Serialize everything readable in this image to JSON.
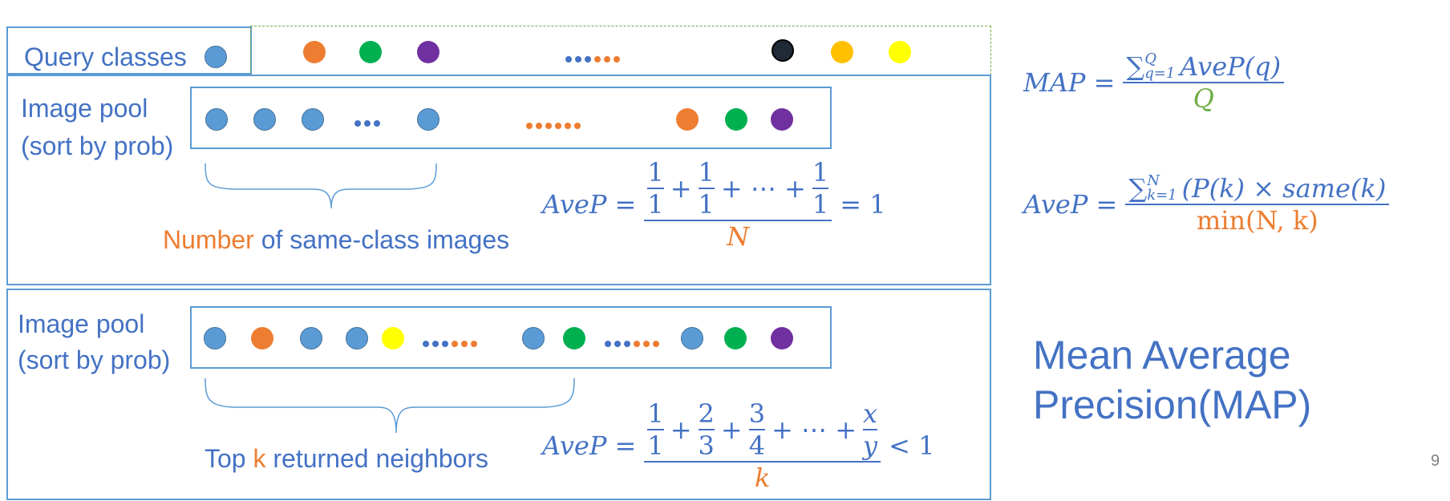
{
  "query_row": {
    "label": "Query classes"
  },
  "pool1": {
    "label_line1": "Image pool",
    "label_line2": "(sort by prob)"
  },
  "brace1": {
    "label_part1": "Number",
    "label_part2": " of same-class images"
  },
  "formula1": {
    "lhs": "AveP =",
    "terms": [
      "1",
      "1",
      "1"
    ],
    "dots": "+ ⋯ +",
    "plus": "+",
    "denominator": "N",
    "rhs": "= 1"
  },
  "pool2": {
    "label_line1": "Image pool",
    "label_line2": "(sort by prob)"
  },
  "brace2": {
    "label_part1": "Top ",
    "label_part2": "k",
    "label_part3": " returned neighbors"
  },
  "formula2": {
    "lhs": "AveP =",
    "numerators": [
      "1",
      "2",
      "3",
      "x"
    ],
    "denominators": [
      "1",
      "3",
      "4",
      "y"
    ],
    "plus": "+",
    "dots": "+ ⋯ +",
    "denominator": "k",
    "rhs": "< 1"
  },
  "map_formula": {
    "lhs": "MAP =",
    "sum": "∑",
    "sub": "q=1",
    "sup": "Q",
    "term": "AveP(q)",
    "denominator": "Q"
  },
  "avep_formula": {
    "lhs": "AveP =",
    "sum": "∑",
    "sub": "k=1",
    "sup": "N",
    "term": "(P(k) × same(k)",
    "denominator": "min(N, k)"
  },
  "title": {
    "line1": "Mean Average",
    "line2": "Precision(MAP)"
  },
  "page_number": "9",
  "colors": {
    "blue": "#5b9bd5",
    "orange": "#ed7d31",
    "green": "#00b050",
    "purple": "#7030a0",
    "black": "#1f2a36",
    "gold": "#ffc000",
    "yellow": "#ffff00",
    "text_blue": "#4472c4"
  }
}
